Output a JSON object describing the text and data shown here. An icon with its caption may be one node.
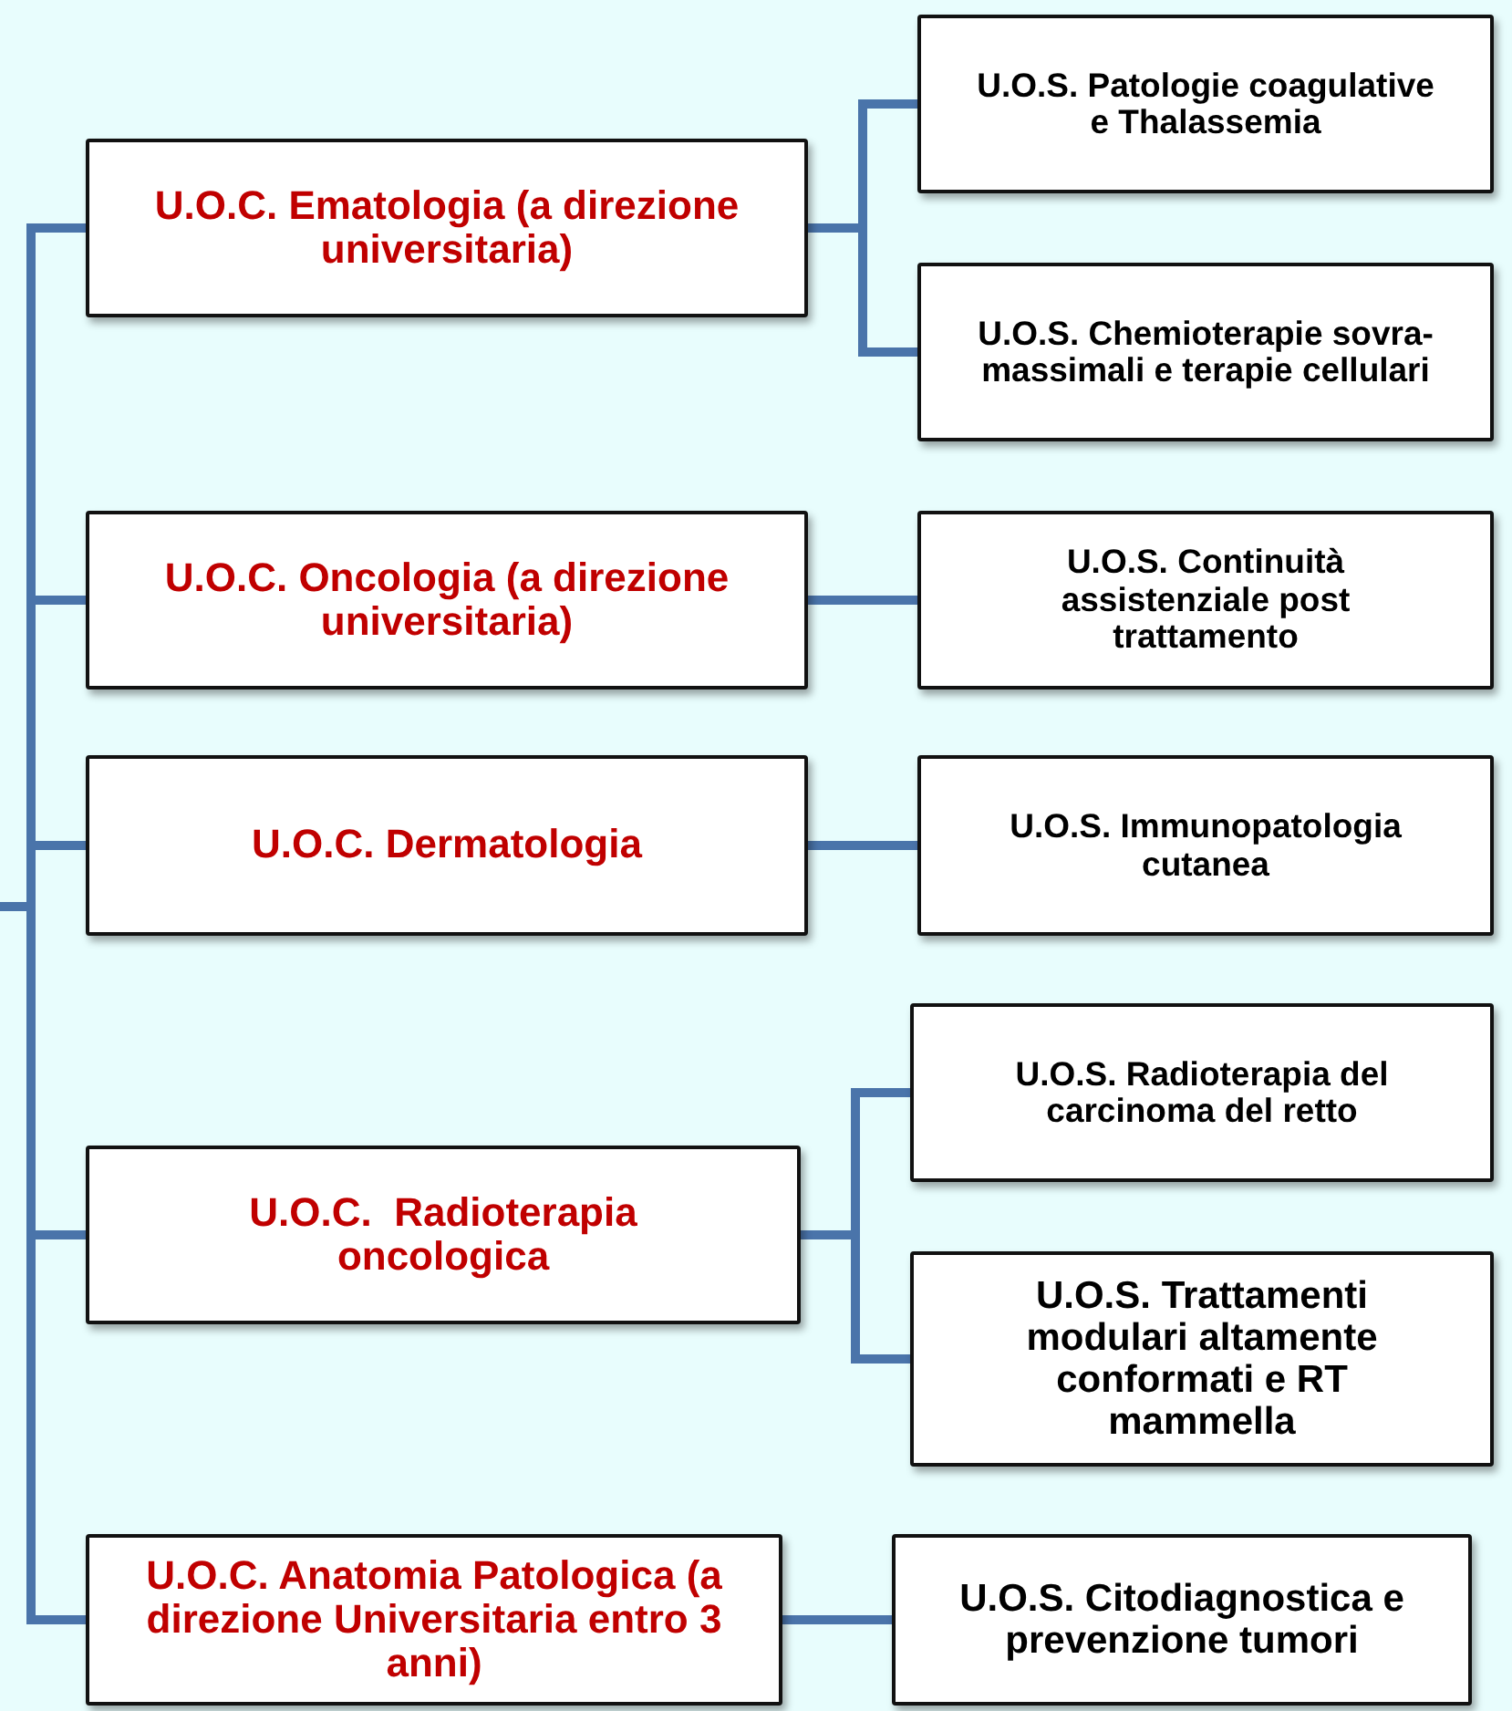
{
  "diagram": {
    "nodes": [
      {
        "text": [
          "U.O.C. Ematologia (a direzione universitaria)"
        ]
      },
      {
        "text": [
          "U.O.S. Patologie coagulative e Thalassemia"
        ]
      },
      {
        "text": [
          "U.O.S. Chemioterapie sovra-massimali e terapie cellulari"
        ]
      },
      {
        "text": [
          "U.O.C. Oncologia (a direzione universitaria)"
        ]
      },
      {
        "text": [
          "U.O.S. Continuità assistenziale post trattamento"
        ]
      },
      {
        "text": [
          "U.O.C. Dermatologia"
        ]
      },
      {
        "text": [
          "U.O.S. Immunopatologia cutanea"
        ]
      },
      {
        "text": [
          "U.O.C.  Radioterapia oncologica"
        ]
      },
      {
        "text": [
          "U.O.S. Radioterapia del carcinoma del retto"
        ]
      },
      {
        "text": [
          "U.O.S. Trattamenti modulari altamente conformati e RT mammella"
        ]
      },
      {
        "text": [
          "U.O.C. Anatomia Patologica (a direzione Universitaria entro 3 anni)"
        ]
      },
      {
        "text": [
          "U.O.S. Citodiagnostica e prevenzione tumori"
        ]
      }
    ],
    "edges": [
      {
        "from": null,
        "to": 0,
        "arrow": "none"
      },
      {
        "from": null,
        "to": 3,
        "arrow": "none"
      },
      {
        "from": null,
        "to": 5,
        "arrow": "none"
      },
      {
        "from": null,
        "to": 7,
        "arrow": "none"
      },
      {
        "from": null,
        "to": 10,
        "arrow": "none"
      },
      {
        "from": 0,
        "to": 1,
        "arrow": "none"
      },
      {
        "from": 0,
        "to": 2,
        "arrow": "none"
      },
      {
        "from": 3,
        "to": 4,
        "arrow": "none"
      },
      {
        "from": 5,
        "to": 6,
        "arrow": "none"
      },
      {
        "from": 7,
        "to": 8,
        "arrow": "none"
      },
      {
        "from": 7,
        "to": 9,
        "arrow": "none"
      },
      {
        "from": 10,
        "to": 11,
        "arrow": "none"
      }
    ]
  }
}
